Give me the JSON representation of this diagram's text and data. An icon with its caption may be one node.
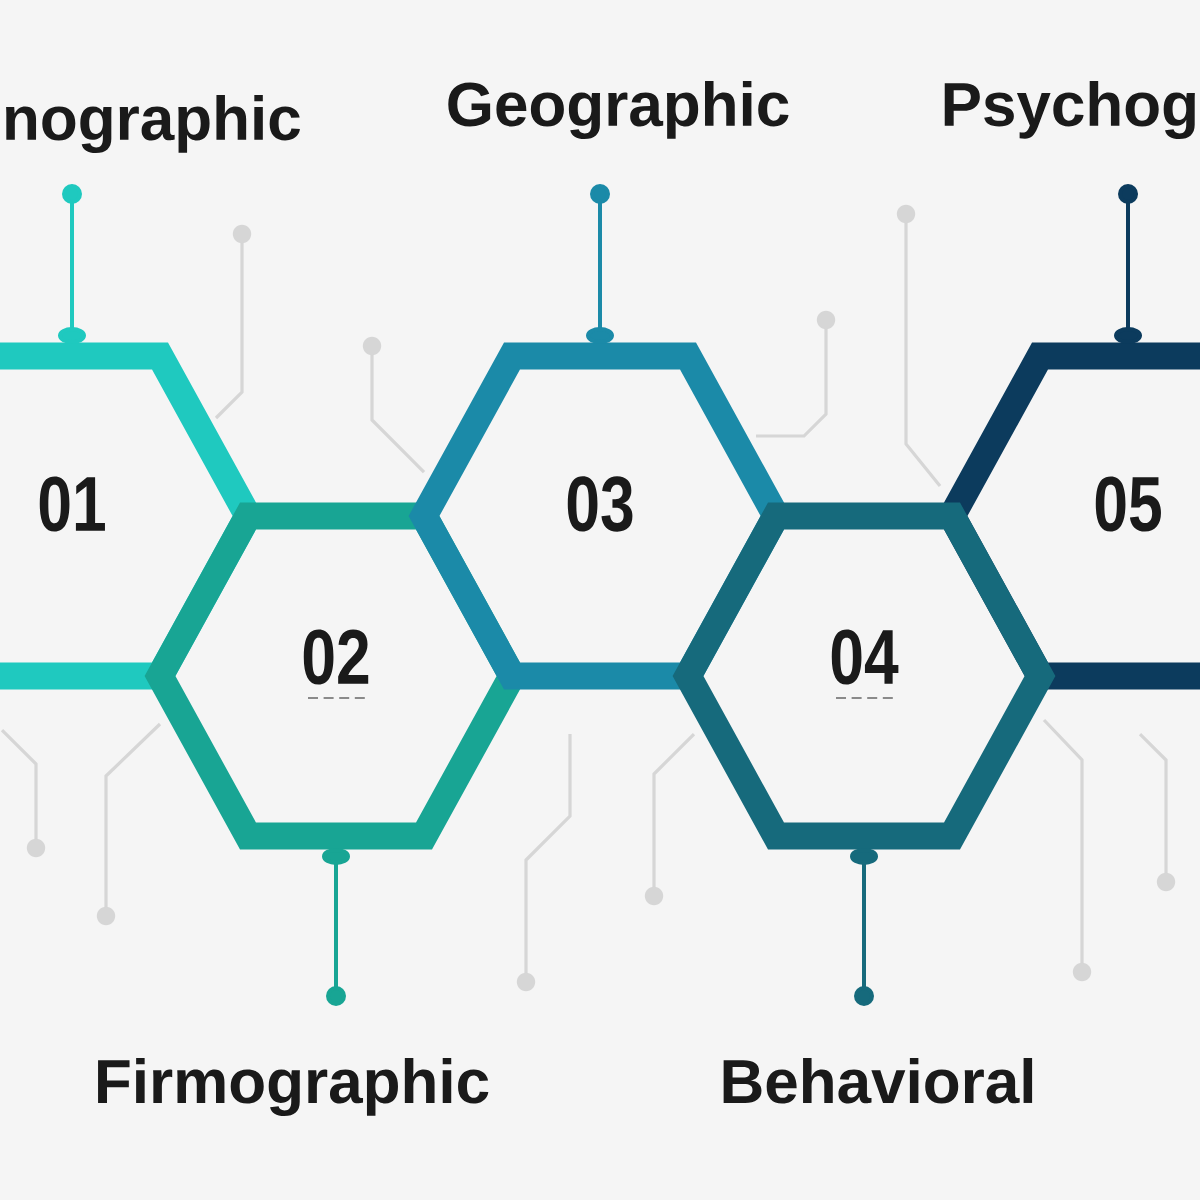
{
  "diagram": {
    "nodes": [
      {
        "text": [
          "nographic"
        ]
      },
      {
        "text": [
          "Geographic"
        ]
      },
      {
        "text": [
          "Psychog"
        ]
      },
      {
        "text": [
          "01"
        ]
      },
      {
        "text": [
          "02"
        ]
      },
      {
        "text": [
          "03"
        ]
      },
      {
        "text": [
          "04"
        ]
      },
      {
        "text": [
          "05"
        ]
      },
      {
        "text": [
          "Firmographic"
        ]
      },
      {
        "text": [
          "Behavioral"
        ]
      }
    ],
    "edges": [
      {
        "from": 0,
        "to": 3,
        "arrow": "other",
        "color": "#1fc9bf"
      },
      {
        "from": 1,
        "to": 5,
        "arrow": "other",
        "color": "#1b8aa8"
      },
      {
        "from": 2,
        "to": 7,
        "arrow": "other",
        "color": "#0c3b5d"
      },
      {
        "from": 8,
        "to": 4,
        "arrow": "other",
        "color": "#18a594"
      },
      {
        "from": 9,
        "to": 6,
        "arrow": "other",
        "color": "#166a7c"
      }
    ]
  }
}
